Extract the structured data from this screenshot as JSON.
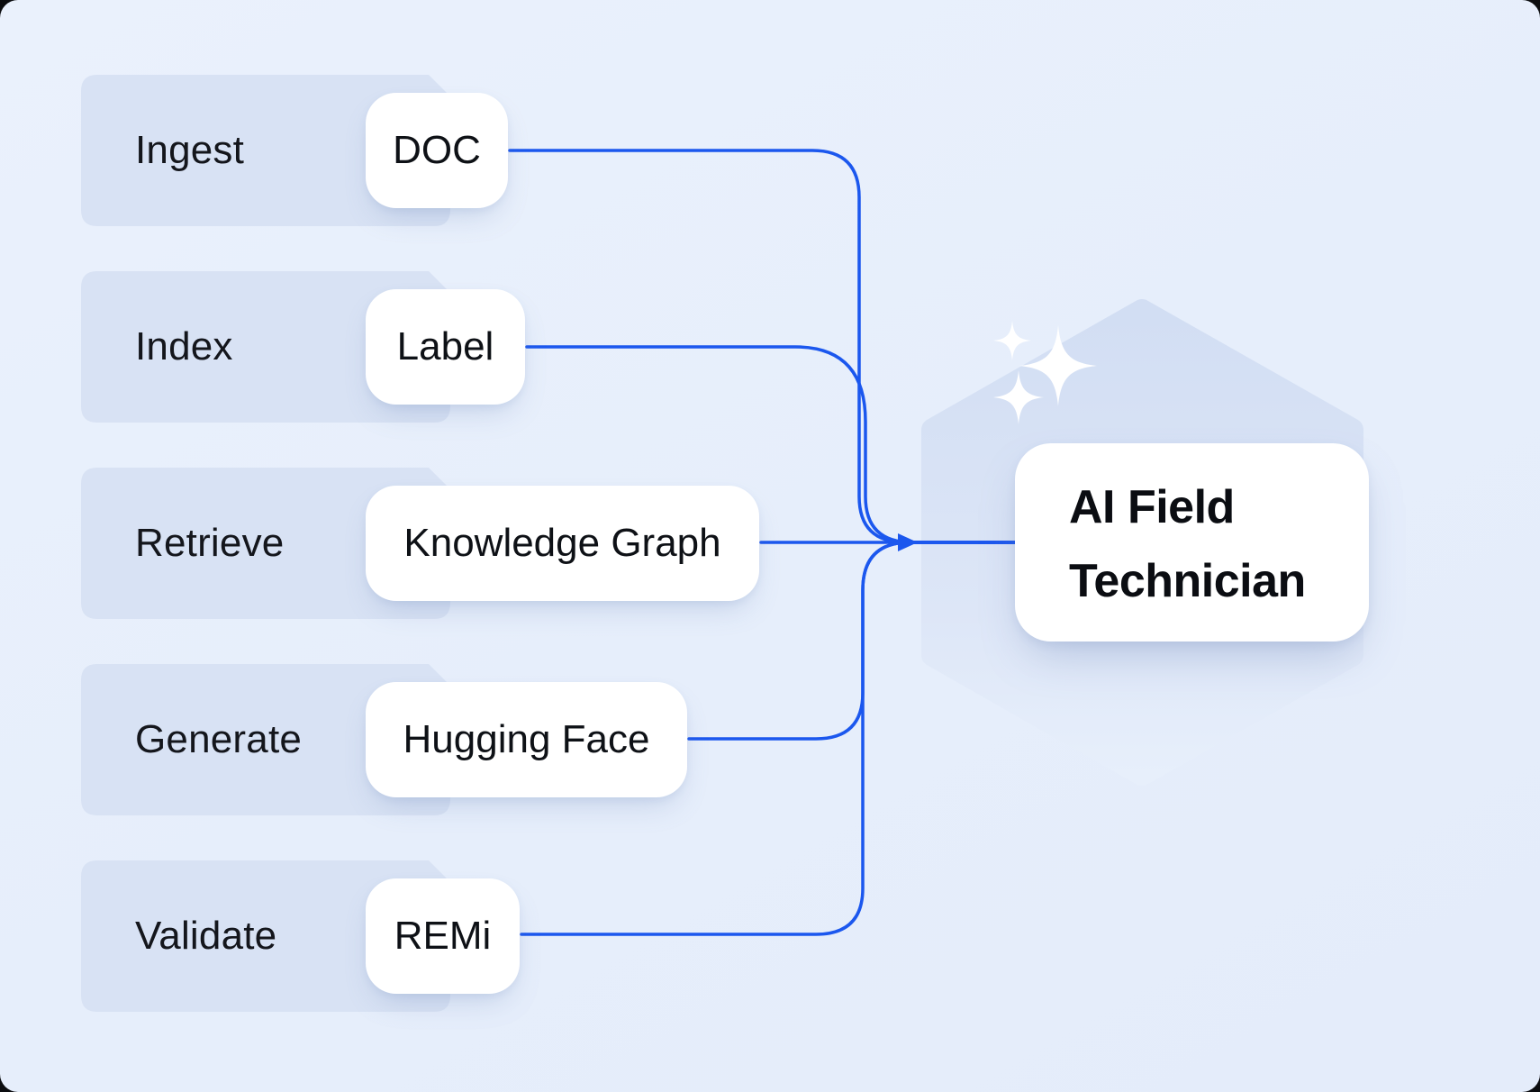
{
  "diagram": {
    "description": "Pipeline of five stages feeding one AI agent node"
  },
  "rows": [
    {
      "stage": "Ingest",
      "tool": "DOC"
    },
    {
      "stage": "Index",
      "tool": "Label"
    },
    {
      "stage": "Retrieve",
      "tool": "Knowledge Graph"
    },
    {
      "stage": "Generate",
      "tool": "Hugging Face"
    },
    {
      "stage": "Validate",
      "tool": "REMi"
    }
  ],
  "target": {
    "line1": "AI Field",
    "line2": "Technician"
  },
  "icons": {
    "target_badge": "hexagon-icon",
    "target_decoration": "sparkles-icon"
  },
  "colors": {
    "connector": "#1b57ee",
    "tag_fill": "#d8e2f4",
    "hexagon_top": "#d2def3",
    "hexagon_bottom": "#e7effb",
    "canvas_bg": "#eaf1fc",
    "card_bg": "#ffffff",
    "text": "#14161c"
  }
}
